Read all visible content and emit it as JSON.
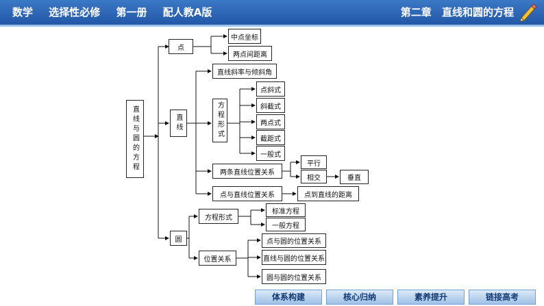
{
  "header": {
    "subject": "数学",
    "course": "选择性必修",
    "volume": "第一册",
    "edition": "配人教A版",
    "chapter": "第二章",
    "chapter_title": "直线和圆的方程"
  },
  "map": {
    "root": "直线与圆的方程",
    "point": "点",
    "midpoint": "中点坐标",
    "two_point_distance": "两点间距离",
    "line": "直线",
    "slope": "直线斜率与倾斜角",
    "equation_forms": "方程形式",
    "forms": [
      "点斜式",
      "斜截式",
      "两点式",
      "截距式",
      "一般式"
    ],
    "two_lines": "两条直线位置关系",
    "parallel": "平行",
    "intersect": "相交",
    "perpendicular": "垂直",
    "point_line": "点与直线位置关系",
    "point_line_distance": "点到直线的距离",
    "circle": "圆",
    "circle_forms": "方程形式",
    "standard_eq": "标准方程",
    "general_eq": "一般方程",
    "circle_position": "位置关系",
    "circle_relations": [
      "点与圆的位置关系",
      "直线与圆的位置关系",
      "圆与圆的位置关系"
    ]
  },
  "nav": {
    "items": [
      "体系构建",
      "核心归纳",
      "素养提升",
      "链接高考"
    ]
  }
}
